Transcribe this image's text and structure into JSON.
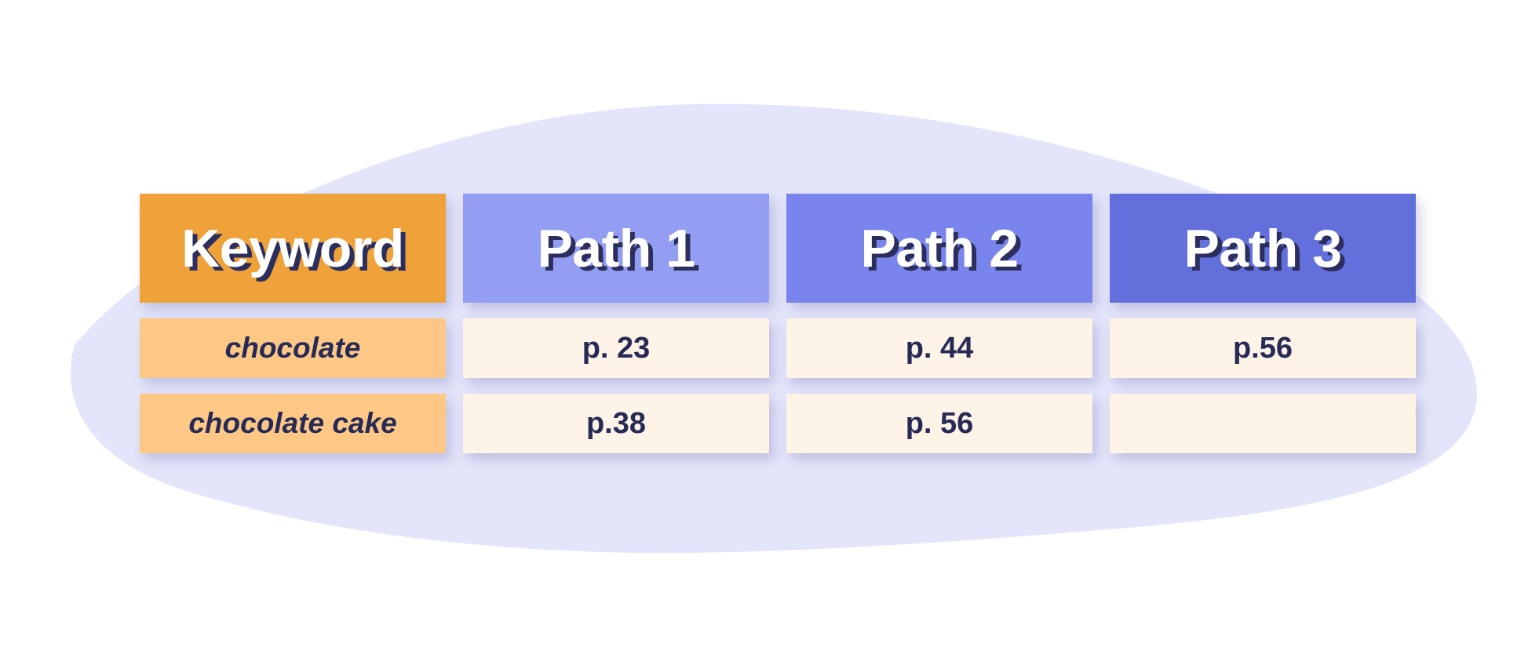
{
  "colors": {
    "background_blob": "#e3e5fa",
    "keyword_header": "#f0a23a",
    "path1_header": "#939ef2",
    "path2_header": "#7985ec",
    "path3_header": "#6370dc",
    "keyword_cell": "#fdc886",
    "value_cell": "#fef3e7",
    "text_dark": "#262a55",
    "header_text": "#ffffff"
  },
  "table": {
    "headers": [
      "Keyword",
      "Path 1",
      "Path 2",
      "Path 3"
    ],
    "rows": [
      {
        "keyword": "chocolate",
        "values": [
          "p. 23",
          "p. 44",
          "p.56"
        ]
      },
      {
        "keyword": "chocolate cake",
        "values": [
          "p.38",
          "p. 56",
          ""
        ]
      }
    ]
  }
}
